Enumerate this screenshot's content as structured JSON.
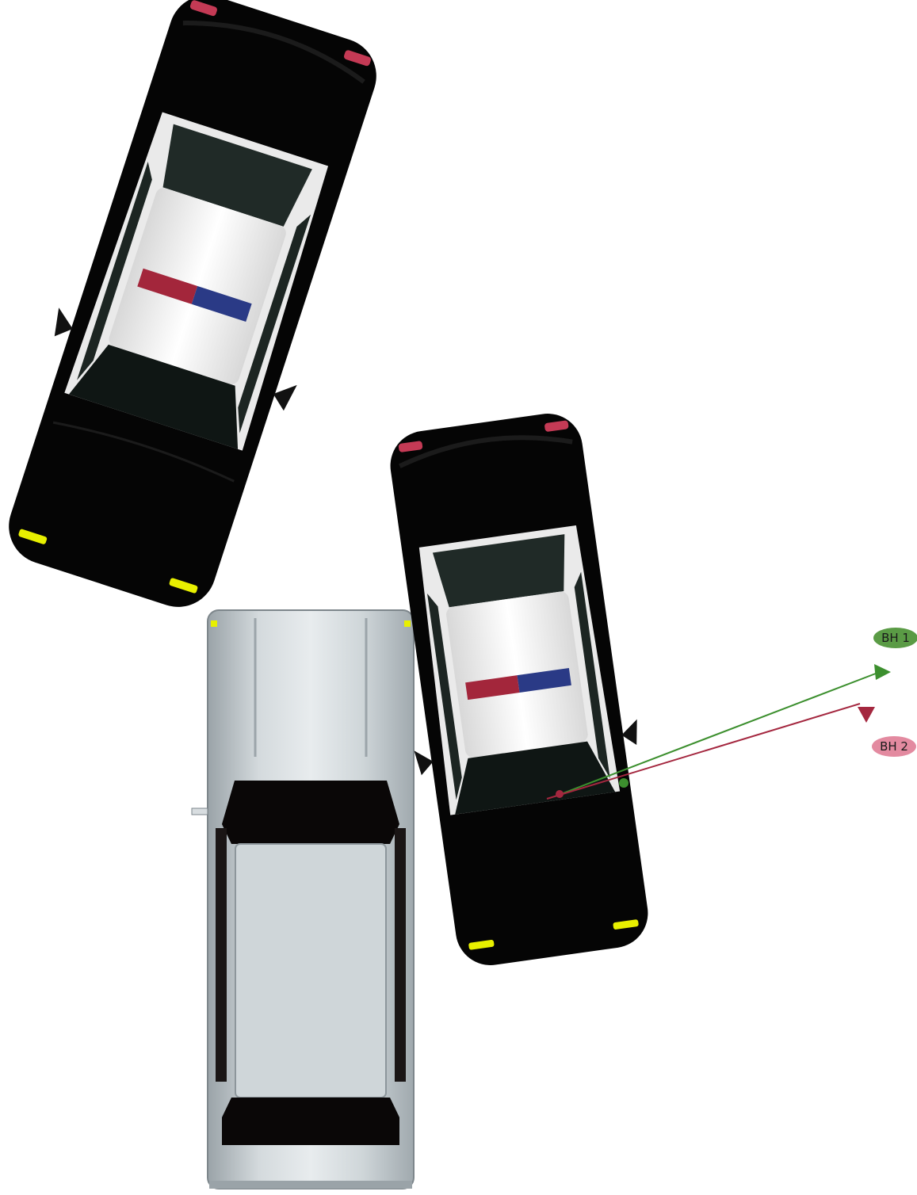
{
  "scene": {
    "vehicles": [
      {
        "id": "police-car-1",
        "kind": "police-car",
        "colors": {
          "body": "#050505",
          "roof": "#f4f4f4",
          "light_red": "#a3263b",
          "light_blue": "#2a3a86",
          "front_lamps": "#e8f000",
          "tail_lamps": "#c43a55"
        }
      },
      {
        "id": "police-car-2",
        "kind": "police-car",
        "colors": {
          "body": "#050505",
          "roof": "#f4f4f4",
          "light_red": "#a3263b",
          "light_blue": "#2a3a86",
          "front_lamps": "#e8f000",
          "tail_lamps": "#c43a55"
        }
      },
      {
        "id": "suv",
        "kind": "suv",
        "colors": {
          "body": "#c8cfd3",
          "glass": "#0a0707",
          "lamps": "#e8f000"
        }
      }
    ],
    "trajectories": [
      {
        "label": "BH 1",
        "color": "#3c8f2e",
        "tag_fill": "#5a9b45"
      },
      {
        "label": "BH 2",
        "color": "#a4273f",
        "tag_fill": "#e38aa0"
      }
    ]
  }
}
